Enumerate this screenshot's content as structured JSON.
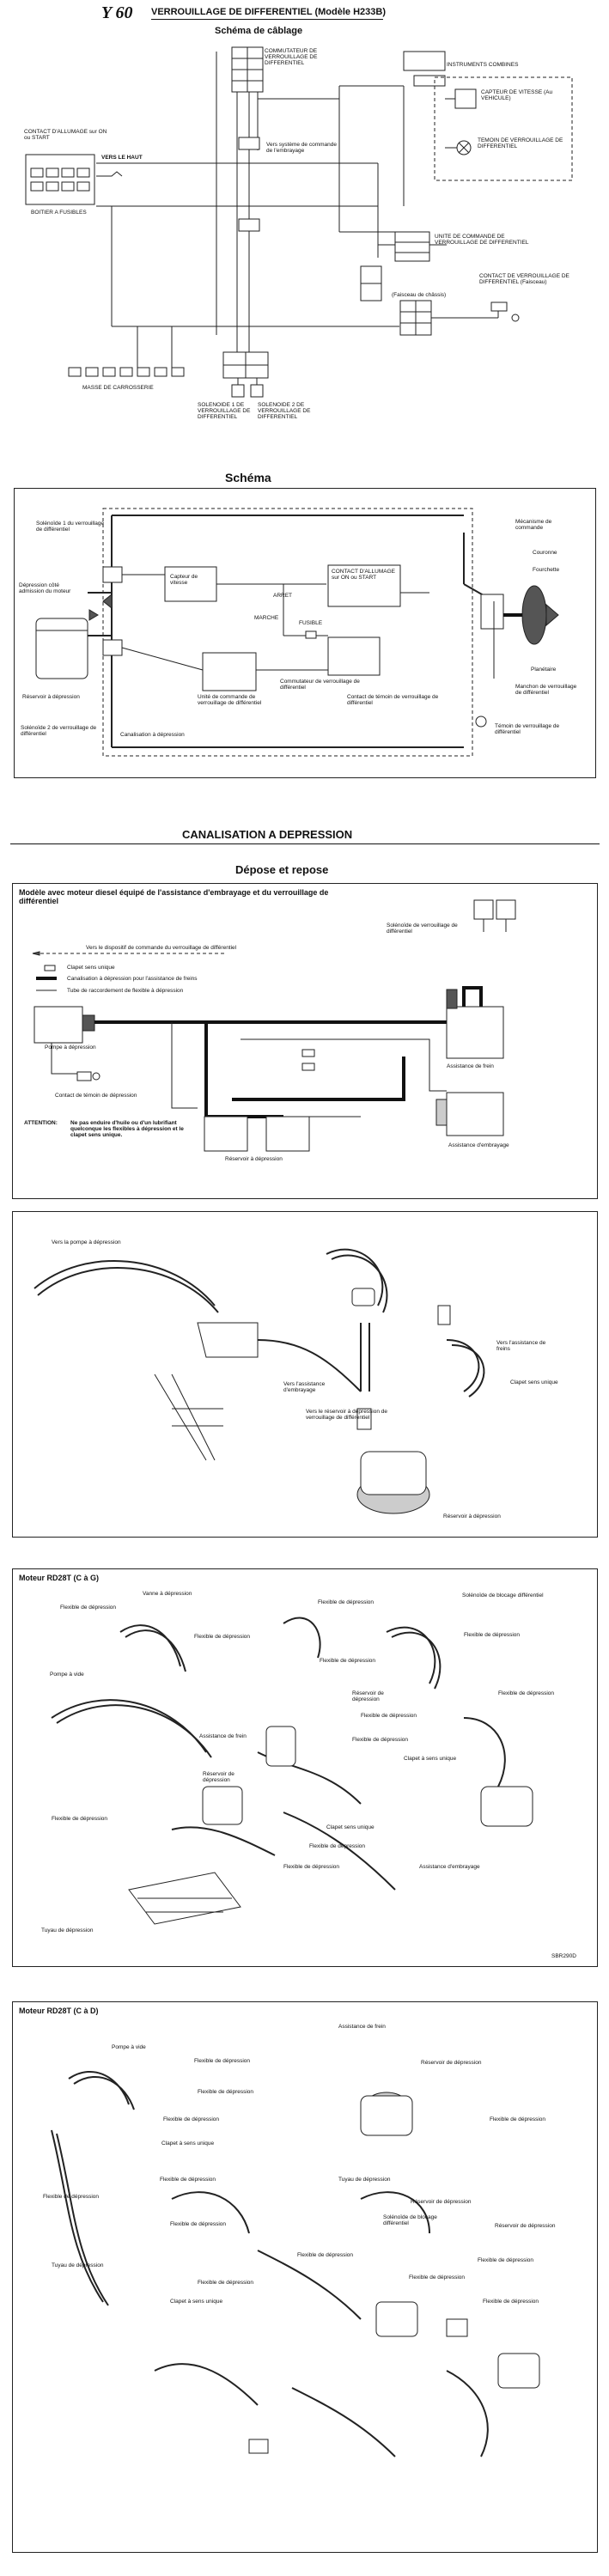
{
  "header": {
    "model_code": "Y 60",
    "title": "VERROUILLAGE DE DIFFERENTIEL (Modèle H233B)"
  },
  "wiring": {
    "title": "Schéma de câblage",
    "commutator": "COMMUTATEUR DE VERROUILLAGE DE DIFFERENTIEL",
    "instruments": "INSTRUMENTS COMBINES",
    "speed_sensor": "CAPTEUR DE VITESSE (Au VEHICULE)",
    "diff_lock_indicator": "TEMOIN DE VERROUILLAGE DE DIFFERENTIEL",
    "ignition": "CONTACT D'ALLUMAGE sur ON ou START",
    "up_arrow": "VERS LE HAUT",
    "fuse_box": "BOITIER A FUSIBLES",
    "system_note": "Vers système de commande de l'embrayage",
    "control_unit": "UNITE DE COMMANDE DE VERROUILLAGE DE DIFFERENTIEL",
    "diff_lock_switch": "CONTACT DE VERROUILLAGE DE DIFFERENTIEL (Faisceau)",
    "chassis_harness": "(Faisceau de châssis)",
    "ground": "MASSE DE CARROSSERIE",
    "solenoid1": "SOLENOIDE 1 DE VERROUILLAGE DE DIFFERENTIEL",
    "solenoid2": "SOLENOIDE 2 DE VERROUILLAGE DE DIFFERENTIEL"
  },
  "schema": {
    "title": "Schéma",
    "solenoid1": "Solénoïde 1 du verrouillage de différentiel",
    "engine_depression": "Dépression côté admission du moteur",
    "reservoir": "Réservoir à dépression",
    "solenoid2": "Solénoïde 2 de verrouillage de différentiel",
    "line": "Canalisation à dépression",
    "speed_sensor": "Capteur de vitesse",
    "stop": "ARRET",
    "run": "MARCHE",
    "fuse": "FUSIBLE",
    "ignition": "CONTACT D'ALLUMAGE sur ON ou START",
    "commutator": "Commutateur de verrouillage de différentiel",
    "control_unit": "Unité de commande de verrouillage de différentiel",
    "diff_lamp": "Contact de témoin de verrouillage de différentiel",
    "mechanism": "Mécanisme de commande",
    "crown": "Couronne",
    "fork": "Fourchette",
    "planetary": "Planétaire",
    "sleeve": "Manchon de verrouillage de différentiel",
    "indicator": "Témoin de verrouillage de différentiel"
  },
  "canalisation": {
    "title": "CANALISATION A DEPRESSION",
    "subtitle": "Dépose et repose"
  },
  "panel1": {
    "heading": "Modèle avec moteur diesel équipé de l'assistance d'embrayage et du verrouillage de différentiel",
    "solenoid": "Solénoïde de verrouillage de différentiel",
    "to_control": "Vers le dispositif de commande du verrouillage de différentiel",
    "legend": [
      "Clapet sens unique",
      "Canalisation à dépression pour l'assistance de freins",
      "Tube de raccordement de flexible à dépression"
    ],
    "pump": "Pompe à dépression",
    "brake_assist": "Assistance de frein",
    "lamp_switch": "Contact de témoin de dépression",
    "reservoir": "Réservoir à dépression",
    "clutch_assist": "Assistance d'embrayage",
    "attention_label": "ATTENTION:",
    "attention_text": "Ne pas enduire d'huile ou d'un lubrifiant quelconque les flexibles à dépression et le clapet sens unique."
  },
  "panel2": {
    "to_pump": "Vers la pompe à dépression",
    "to_clutch": "Vers l'assistance d'embrayage",
    "to_brake": "Vers l'assistance de freins",
    "check_valve": "Clapet sens unique",
    "to_reservoir": "Vers le réservoir à dépression de verrouillage de différentiel",
    "reservoir": "Réservoir à dépression"
  },
  "panel3": {
    "heading": "Moteur RD28T (C à G)",
    "vacuum_gauge": "Vanne à dépression",
    "flex": "Flexible de dépression",
    "solenoid_block": "Solénoïde de blocage différentiel",
    "pump": "Pompe à vide",
    "brake_assist": "Assistance de frein",
    "res_dep": "Réservoir de dépression",
    "check_valve": "Clapet à sens unique",
    "check_valve2": "Clapet sens unique",
    "clutch_assist": "Assistance d'embrayage",
    "pipe": "Tuyau de dépression",
    "code": "SBR290D"
  },
  "panel4": {
    "heading": "Moteur RD28T (C à D)",
    "pump": "Pompe à vide",
    "brake_assist": "Assistance de frein",
    "flex": "Flexible de dépression",
    "check_valve": "Clapet à sens unique",
    "pipe_dep": "Tuyau de dépression",
    "res_dep": "Réservoir de dépression",
    "solenoid_block": "Solénoïde de blocage différentiel",
    "res_dep2": "Réservoir de dépression",
    "pipe": "Tuyau de dépression",
    "check_valve2": "Clapet à sens unique"
  }
}
